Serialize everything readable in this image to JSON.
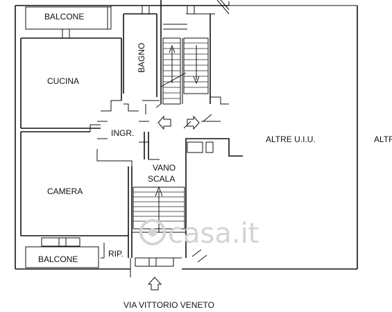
{
  "rooms": {
    "balcone_top": "BALCONE",
    "bagno": "BAGNO",
    "cucina": "CUCINA",
    "ingresso": "INGR.",
    "altre_uiu": "ALTRE U.I.U.",
    "altre_cut": "ALTR",
    "vano": "VANO",
    "scala": "SCALA",
    "camera": "CAMERA",
    "ripostiglio": "RIP.",
    "balcone_bottom": "BALCONE"
  },
  "street": "VIA VITTORIO VENETO",
  "watermark": "casa.it"
}
